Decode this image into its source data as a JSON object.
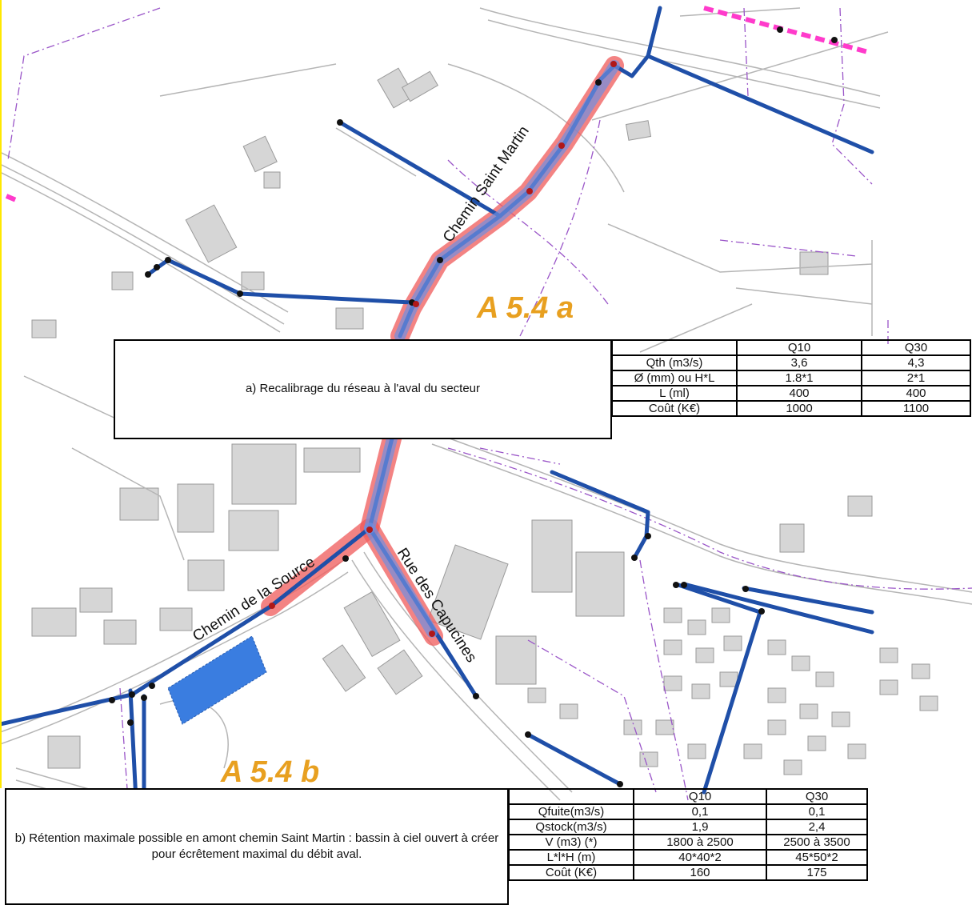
{
  "streets": {
    "saint_martin": "Chemin Saint Martin",
    "source": "Chemin de la Source",
    "capucines": "Rue des Capucines"
  },
  "zones": {
    "a": "A 5.4 a",
    "b": "A 5.4 b"
  },
  "panel_a": {
    "description": "a) Recalibrage du réseau à l'aval du secteur",
    "headers": [
      "",
      "Q10",
      "Q30"
    ],
    "rows": [
      {
        "label": "Qth (m3/s)",
        "q10": "3,6",
        "q30": "4,3"
      },
      {
        "label": "Ø (mm) ou H*L",
        "q10": "1.8*1",
        "q30": "2*1"
      },
      {
        "label": "L (ml)",
        "q10": "400",
        "q30": "400"
      },
      {
        "label": "Coût (K€)",
        "q10": "1000",
        "q30": "1100"
      }
    ]
  },
  "panel_b": {
    "description": "b) Rétention maximale possible en amont chemin Saint Martin : bassin à ciel ouvert à créer pour écrêtement maximal du débit aval.",
    "headers": [
      "",
      "Q10",
      "Q30"
    ],
    "rows": [
      {
        "label": "Qfuite(m3/s)",
        "q10": "0,1",
        "q30": "0,1"
      },
      {
        "label": "Qstock(m3/s)",
        "q10": "1,9",
        "q30": "2,4"
      },
      {
        "label": "V (m3) (*)",
        "q10": "1800 à 2500",
        "q30": "2500 à 3500"
      },
      {
        "label": "L*l*H (m)",
        "q10": "40*40*2",
        "q30": "45*50*2"
      },
      {
        "label": "Coût (K€)",
        "q10": "160",
        "q30": "175"
      }
    ]
  },
  "colors": {
    "pipe": "#1f4fa8",
    "highlight": "#f06060",
    "basin": "#3a7de0",
    "zone_label": "#e8a020",
    "boundary": "#9a55c8",
    "building": "#d6d6d6",
    "road_line": "#b5b5b5",
    "magenta": "#ff3bcb"
  }
}
